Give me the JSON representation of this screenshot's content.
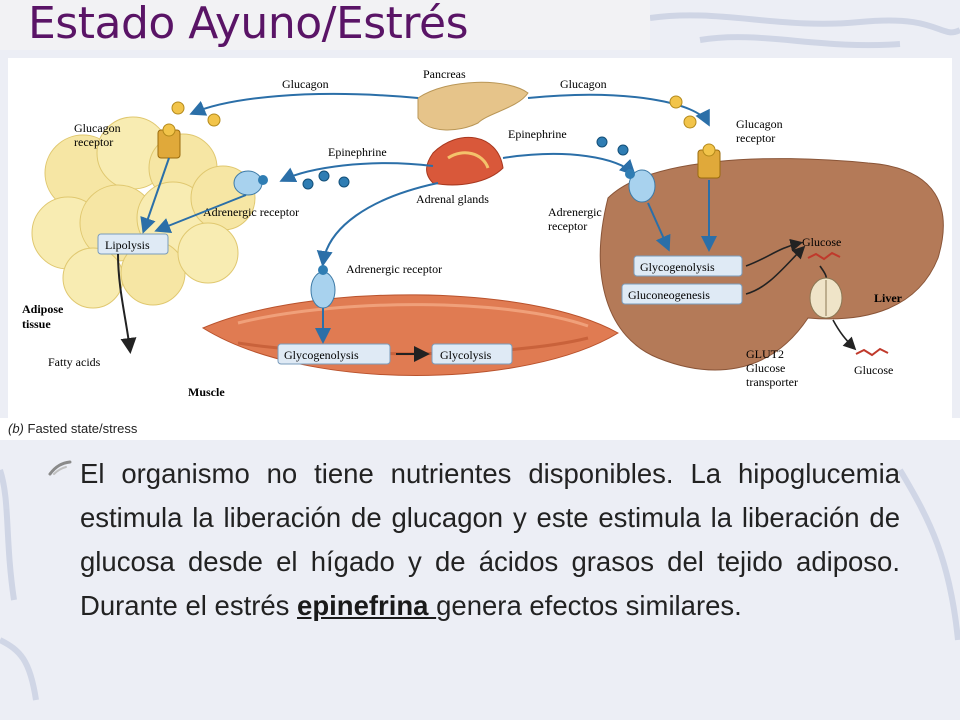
{
  "slide": {
    "title": "Estado Ayuno/Estrés",
    "caption_letter": "(b)",
    "caption_text": " Fasted state/stress",
    "body_before": "El organismo no tiene nutrientes disponibles. La hipoglucemia estimula la liberación de glucagon y este estimula la liberación de glucosa desde el hígado y de ácidos grasos  del tejido adiposo. Durante el estrés ",
    "body_link": "epinefrina ",
    "body_after": "genera efectos similares."
  },
  "diagram": {
    "pancreas": "Pancreas",
    "glucagon_left": "Glucagon",
    "glucagon_right": "Glucagon",
    "glucagon_receptor_left_1": "Glucagon",
    "glucagon_receptor_left_2": "receptor",
    "glucagon_receptor_right_1": "Glucagon",
    "glucagon_receptor_right_2": "receptor",
    "epinephrine_left": "Epinephrine",
    "epinephrine_right": "Epinephrine",
    "adrenal_glands": "Adrenal glands",
    "adrenergic_receptor_left": "Adrenergic receptor",
    "adrenergic_receptor_right_1": "Adrenergic",
    "adrenergic_receptor_right_2": "receptor",
    "adrenergic_receptor_muscle": "Adrenergic receptor",
    "lipolysis": "Lipolysis",
    "adipose_1": "Adipose",
    "adipose_2": "tissue",
    "fatty_acids": "Fatty acids",
    "muscle": "Muscle",
    "glycogenolysis_muscle": "Glycogenolysis",
    "glycolysis": "Glycolysis",
    "glycogenolysis_liver": "Glycogenolysis",
    "gluconeogenesis": "Gluconeogenesis",
    "glucose_top": "Glucose",
    "liver": "Liver",
    "glut2_1": "GLUT2",
    "glut2_2": "Glucose",
    "glut2_3": "transporter",
    "glucose_bottom": "Glucose"
  }
}
